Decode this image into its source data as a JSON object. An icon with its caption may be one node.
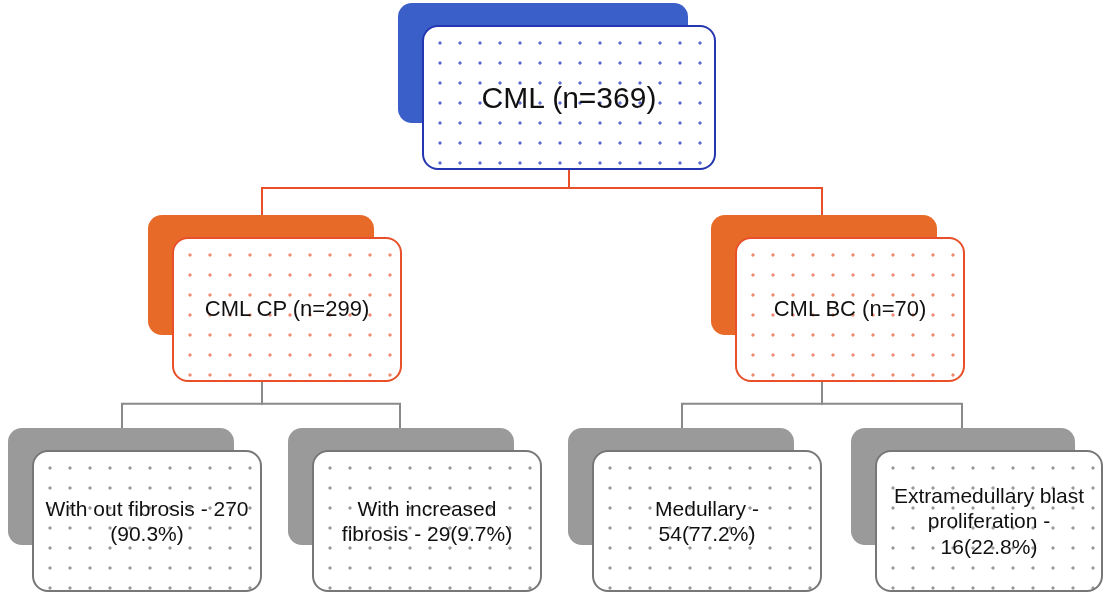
{
  "diagram": {
    "nodes": [
      {
        "text": [
          "CML (n=369)"
        ]
      },
      {
        "text": [
          "CML CP (n=299)"
        ]
      },
      {
        "text": [
          "CML BC (n=70)"
        ]
      },
      {
        "text": [
          "With out fibrosis - 270 (90.3%)"
        ]
      },
      {
        "text": [
          "With increased fibrosis - 29(9.7%)"
        ]
      },
      {
        "text": [
          "Medullary - 54(77.2%)"
        ]
      },
      {
        "text": [
          "Extramedullary blast proliferation - 16(22.8%)"
        ]
      }
    ],
    "edges": [
      {
        "from": 0,
        "to": 1,
        "arrow": "none",
        "color": "#e8502a"
      },
      {
        "from": 0,
        "to": 2,
        "arrow": "none",
        "color": "#e8502a"
      },
      {
        "from": 1,
        "to": 3,
        "arrow": "none"
      },
      {
        "from": 1,
        "to": 4,
        "arrow": "none"
      },
      {
        "from": 2,
        "to": 5,
        "arrow": "none"
      },
      {
        "from": 2,
        "to": 6,
        "arrow": "none"
      }
    ]
  }
}
